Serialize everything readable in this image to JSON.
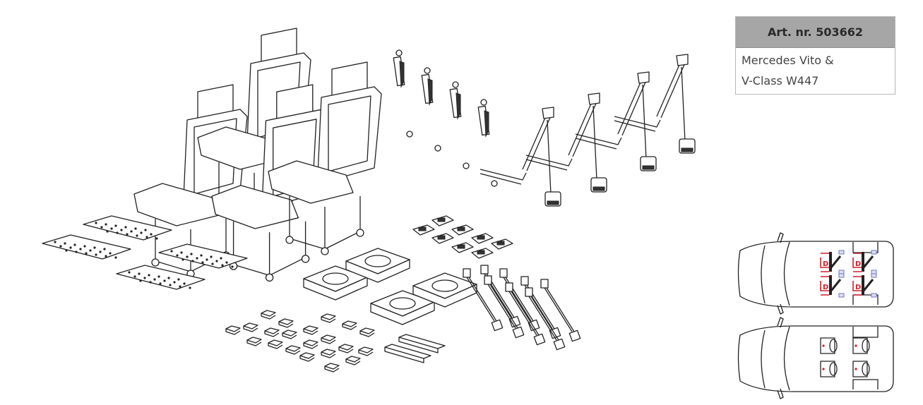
{
  "info_box": {
    "article_number": "Art. nr. 503662",
    "vehicle_line1": "Mercedes Vito &",
    "vehicle_line2": "V-Class W447"
  },
  "van_diagram": {
    "seat_label": "D",
    "accent_color": "#d0202a",
    "anchor_color": "#6d73c4"
  }
}
